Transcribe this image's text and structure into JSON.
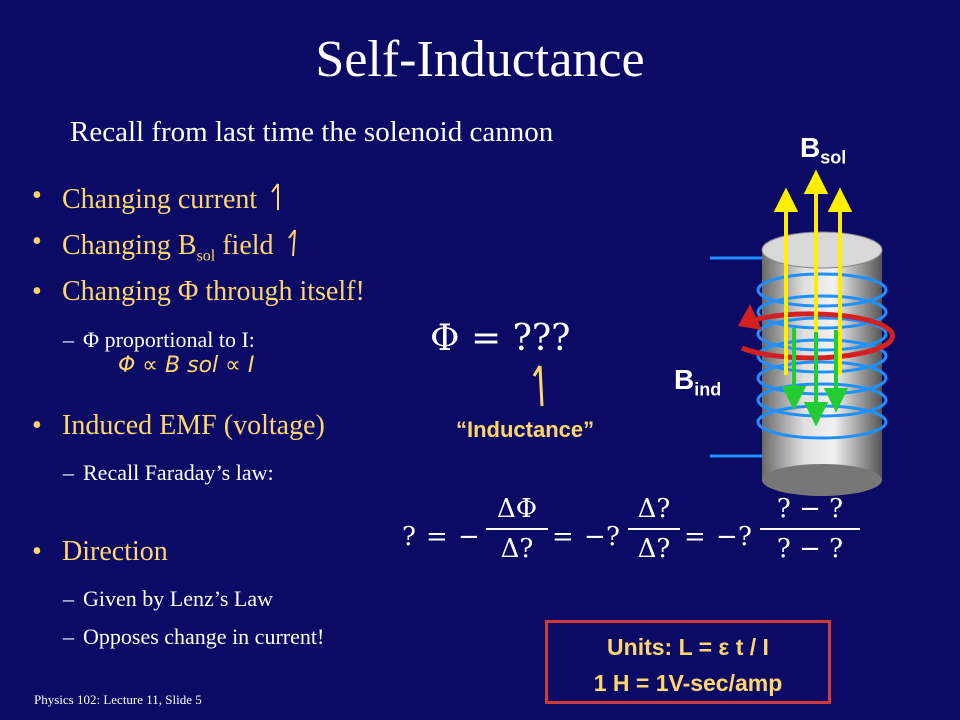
{
  "title": "Self-Inductance",
  "recall": "Recall from last time the solenoid cannon",
  "bullets": {
    "b1": "Changing current",
    "b2_pre": "Changing B",
    "b2_sub": "sol",
    "b2_post": " field",
    "b3": "Changing Φ through itself!",
    "b3_sub": "Φ proportional to I:",
    "b4": "Induced EMF (voltage)",
    "b4_sub": "Recall Faraday’s law:",
    "b5": "Direction",
    "b5_sub1": "Given by Lenz’s Law",
    "b5_sub2": "Opposes change in current!"
  },
  "dashes": {
    "d1": "–",
    "d2": "–",
    "d3": "–",
    "d4": "–"
  },
  "bullet_char": "•",
  "handwriting": "Φ ∝ B sol ∝ I",
  "flux_equation": "Φ = ???",
  "inductance_label": "“Inductance”",
  "faraday_equation": {
    "lhs": "?",
    "num1": "ΔΦ",
    "den1": "Δ?",
    "num2": "Δ?",
    "den2": "Δ?",
    "num3": "? − ?",
    "den3": "? − ?",
    "eq": "=",
    "minus": "−",
    "coef": "?"
  },
  "labels": {
    "bsol": "B",
    "bsol_sub": "sol",
    "bind": "B",
    "bind_sub": "ind"
  },
  "units": {
    "line1": "Units:  L = ε t / I",
    "line2": "1 H = 1V-sec/amp"
  },
  "footer": "Physics 102: Lecture 11, Slide 5",
  "colors": {
    "background": "#0b0b66",
    "bullet_text": "#ffd66b",
    "field_arrows": "#ffee00",
    "induced_arrows": "#22cc33",
    "current_ring": "#d42020",
    "coil": "#1e90ff"
  }
}
